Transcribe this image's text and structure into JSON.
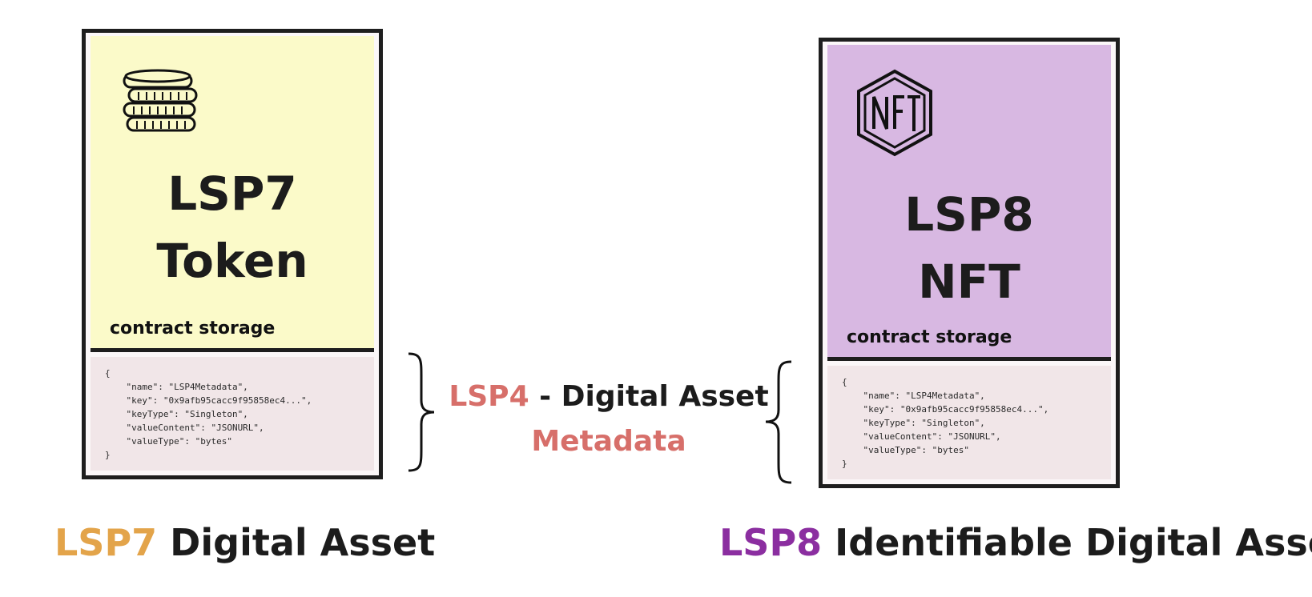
{
  "lsp7_card": {
    "title_line1": "LSP7",
    "title_line2": "Token",
    "storage_label": "contract storage",
    "icon": "coin-stack-icon",
    "code": "{\n    \"name\": \"LSP4Metadata\",\n    \"key\": \"0x9afb95cacc9f95858ec4...\",\n    \"keyType\": \"Singleton\",\n    \"valueContent\": \"JSONURL\",\n    \"valueType\": \"bytes\"\n}",
    "colors": {
      "top": "#fbfac9",
      "code_bg": "#f1e6e8"
    }
  },
  "lsp8_card": {
    "title_line1": "LSP8",
    "title_line2": "NFT",
    "storage_label": "contract storage",
    "icon": "nft-hexagon-icon",
    "code": "{\n    \"name\": \"LSP4Metadata\",\n    \"key\": \"0x9afb95cacc9f95858ec4...\",\n    \"keyType\": \"Singleton\",\n    \"valueContent\": \"JSONURL\",\n    \"valueType\": \"bytes\"\n}",
    "colors": {
      "top": "#d8b8e2",
      "code_bg": "#f1e6e8"
    }
  },
  "center": {
    "prefix": "LSP4",
    "separator": " - Digital Asset",
    "line2": "Metadata",
    "colors": {
      "accent": "#d76f6a"
    }
  },
  "bottom_left": {
    "prefix": "LSP7",
    "rest": " Digital Asset",
    "colors": {
      "accent": "#e3a44a"
    }
  },
  "bottom_right": {
    "prefix": "LSP8",
    "rest": " Identifiable Digital Asset",
    "colors": {
      "accent": "#8b2ea0"
    }
  }
}
